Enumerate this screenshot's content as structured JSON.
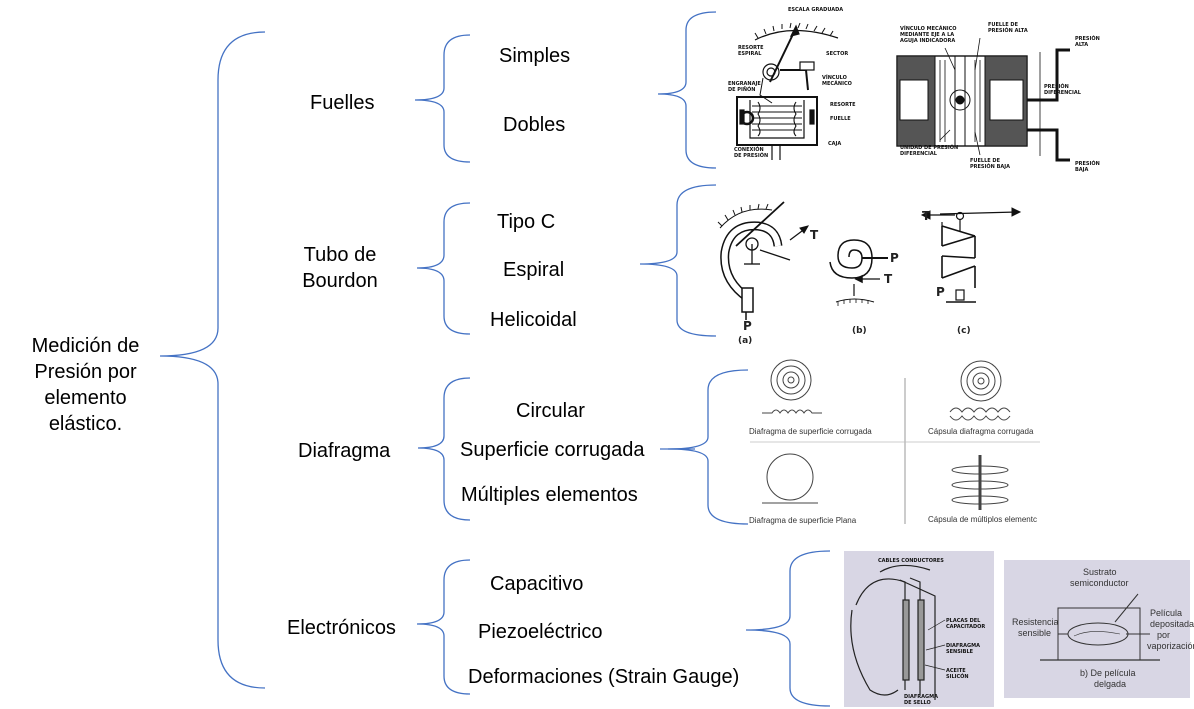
{
  "root": {
    "lines": [
      "Medición de",
      "Presión por",
      "elemento",
      "elástico."
    ]
  },
  "categories": {
    "fuelles": {
      "title": "Fuelles",
      "items": [
        "Simples",
        "Dobles"
      ],
      "figure": {
        "simple_labels": [
          "ESCALA GRADUADA",
          "RESORTE",
          "ESPIRAL",
          "SECTOR",
          "VÍNCULO",
          "MECÁNICO",
          "ENGRANAJE",
          "DE PIÑÓN",
          "RESORTE",
          "FUELLE",
          "CONEXIÓN",
          "DE PRESIÓN",
          "CAJA"
        ],
        "double_labels": [
          "VÍNCULO MECÁNICO",
          "MEDIANTE EJE A LA",
          "AGUJA INDICADORA",
          "FUELLE DE",
          "PRESIÓN ALTA",
          "PRESIÓN",
          "ALTA",
          "PRESIÓN",
          "DIFERENCIAL",
          "UNIDAD DE PRESIÓN",
          "DIFERENCIAL",
          "FUELLE DE",
          "PRESIÓN BAJA",
          "PRESIÓN",
          "BAJA"
        ]
      }
    },
    "bourdon": {
      "title_lines": [
        "Tubo de",
        "Bourdon"
      ],
      "items": [
        "Tipo C",
        "Espiral",
        "Helicoidal"
      ],
      "figure": {
        "captions": [
          "(a)",
          "(b)",
          "(c)"
        ],
        "markers": [
          "P",
          "T",
          "P",
          "T",
          "T",
          "P"
        ]
      }
    },
    "diafragma": {
      "title": "Diafragma",
      "items": [
        "Circular",
        "Superficie corrugada",
        "Múltiples elementos"
      ],
      "figure": {
        "captions": [
          "Diafragma de superficie corrugada",
          "Cápsula diafragma corrugada",
          "Diafragma de superficie Plana",
          "Cápsula de múltiplos elementc"
        ]
      }
    },
    "electronicos": {
      "title": "Electrónicos",
      "items": [
        "Capacitivo",
        "Piezoeléctrico",
        "Deformaciones (Strain Gauge)"
      ],
      "figure": {
        "capacitive_labels": [
          "CABLES CONDUCTORES",
          "PLACAS DEL",
          "CAPACITADOR",
          "DIAFRAGMA",
          "SENSIBLE",
          "ACEITE",
          "SILICÓN",
          "DIAFRAGMA",
          "DE SELLO"
        ],
        "strain_labels": [
          "Sustrato",
          "semiconductor",
          "Película",
          "depositada",
          "por",
          "vaporización",
          "Resistencia",
          "sensible",
          "b) De película",
          "delgada"
        ]
      }
    }
  },
  "colors": {
    "bracket": "#4472c4",
    "text": "#000000",
    "figure_bg": "#d8d6e4"
  }
}
